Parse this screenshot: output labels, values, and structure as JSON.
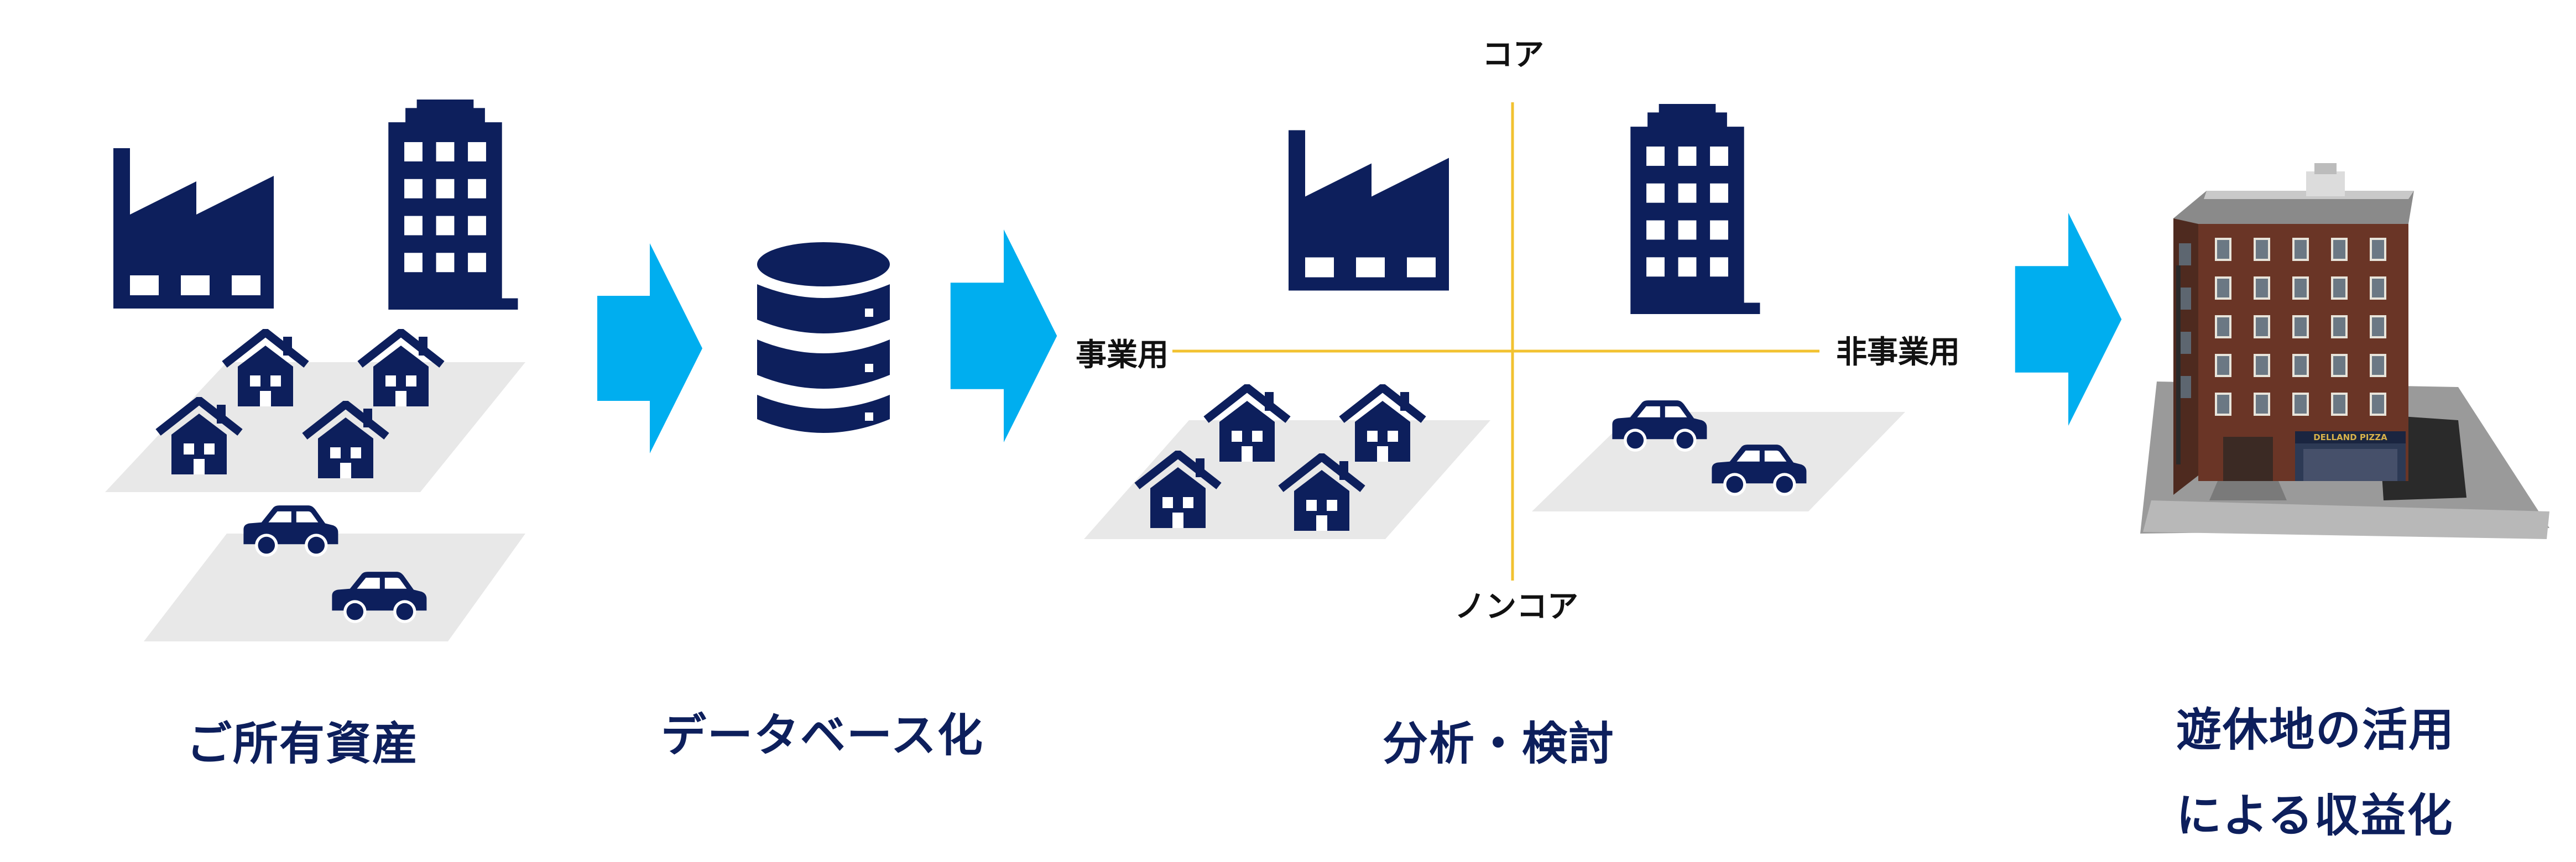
{
  "steps": [
    {
      "id": "assets",
      "caption": "ご所有資産"
    },
    {
      "id": "database",
      "caption": "データベース化"
    },
    {
      "id": "analysis",
      "caption": "分析・検討"
    },
    {
      "id": "utilization",
      "caption_line1": "遊休地の活用",
      "caption_line2": "による収益化"
    }
  ],
  "matrix": {
    "top": "コア",
    "bottom": "ノンコア",
    "left": "事業用",
    "right": "非事業用"
  },
  "building_sign": "DELLAND PIZZA",
  "icons": [
    "factory-icon",
    "office-building-icon",
    "house-icon",
    "car-icon",
    "database-icon",
    "arrow-right-icon",
    "brick-building-image"
  ],
  "colors": {
    "navy": "#0d1f5c",
    "arrow": "#00aeef",
    "axis": "#f2c230",
    "ground": "#e8e8e8"
  }
}
